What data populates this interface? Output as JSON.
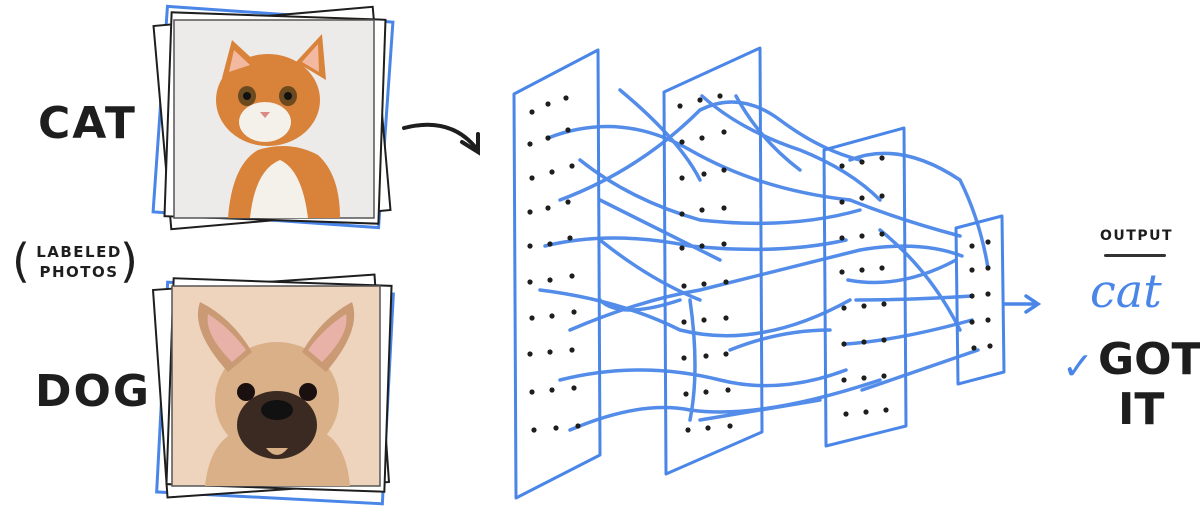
{
  "inputs": {
    "cat_label": "CAT",
    "dog_label": "DOG",
    "note": {
      "open": "(",
      "line1": "LABELED",
      "line2": "PHOTOS",
      "close": ")"
    }
  },
  "output": {
    "heading": "OUTPUT",
    "value": "cat",
    "check": "✓",
    "status_line1": "GOT",
    "status_line2": "IT"
  },
  "colors": {
    "accent": "#4a86e8",
    "ink": "#1e1e1e",
    "cat_photo_bg": "#ecebea",
    "cat_fur": "#d9823a",
    "dog_photo_bg": "#eed3bd",
    "dog_fur": "#d9b088"
  }
}
